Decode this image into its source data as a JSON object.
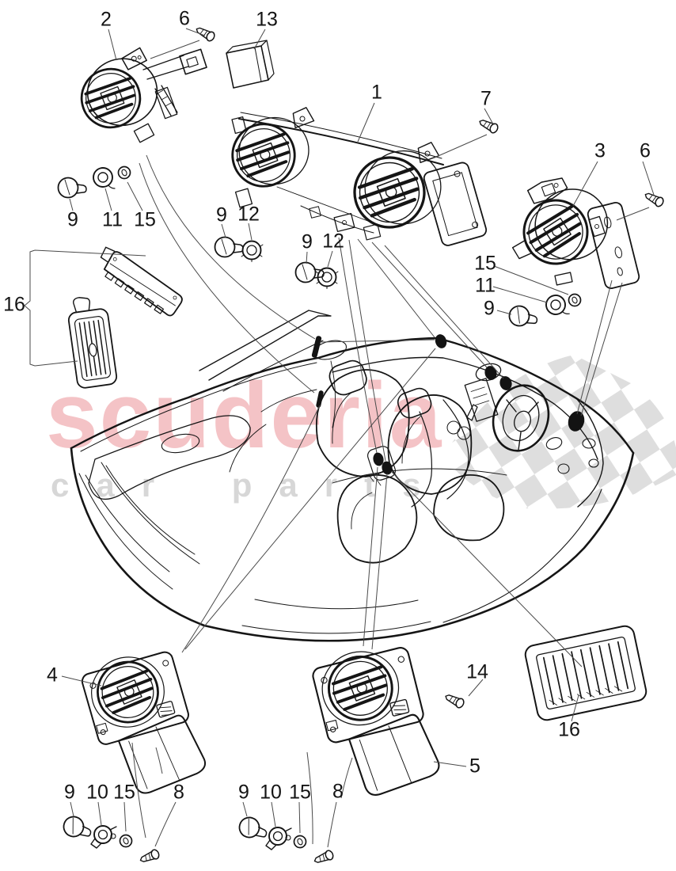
{
  "watermark": {
    "brand": "scuderia",
    "tagline": "car parts",
    "brand_color": "#f4c3c6",
    "tagline_color": "#d7d7d7",
    "flag_color": "#dedede"
  },
  "diagram": {
    "ink_color": "#151515",
    "leader_color": "#4a4a4a",
    "part_numbers_shown": [
      "1",
      "2",
      "3",
      "4",
      "5",
      "6",
      "7",
      "8",
      "9",
      "10",
      "11",
      "12",
      "13",
      "14",
      "15",
      "16"
    ],
    "callouts": [
      "2",
      "6",
      "13",
      "1",
      "7",
      "3",
      "6",
      "9",
      "11",
      "15",
      "9",
      "12",
      "9",
      "12",
      "15",
      "11",
      "9",
      "16",
      "4",
      "14",
      "16",
      "5",
      "9",
      "10",
      "15",
      "8",
      "9",
      "10",
      "15",
      "8"
    ]
  }
}
